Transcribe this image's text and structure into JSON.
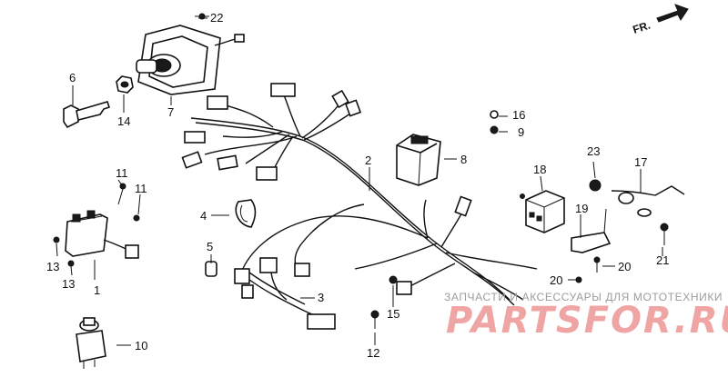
{
  "diagram": {
    "callouts": [
      "1",
      "2",
      "3",
      "4",
      "5",
      "6",
      "7",
      "8",
      "9",
      "10",
      "11",
      "11",
      "12",
      "13",
      "13",
      "14",
      "15",
      "16",
      "17",
      "18",
      "19",
      "20",
      "20",
      "21",
      "22",
      "23"
    ],
    "direction_label": "FR."
  },
  "watermark": {
    "tagline": "ЗАПЧАСТИ И АКСЕССУАРЫ ДЛЯ МОТОТЕХНИКИ",
    "brand": "PARTSFOR.RU"
  }
}
